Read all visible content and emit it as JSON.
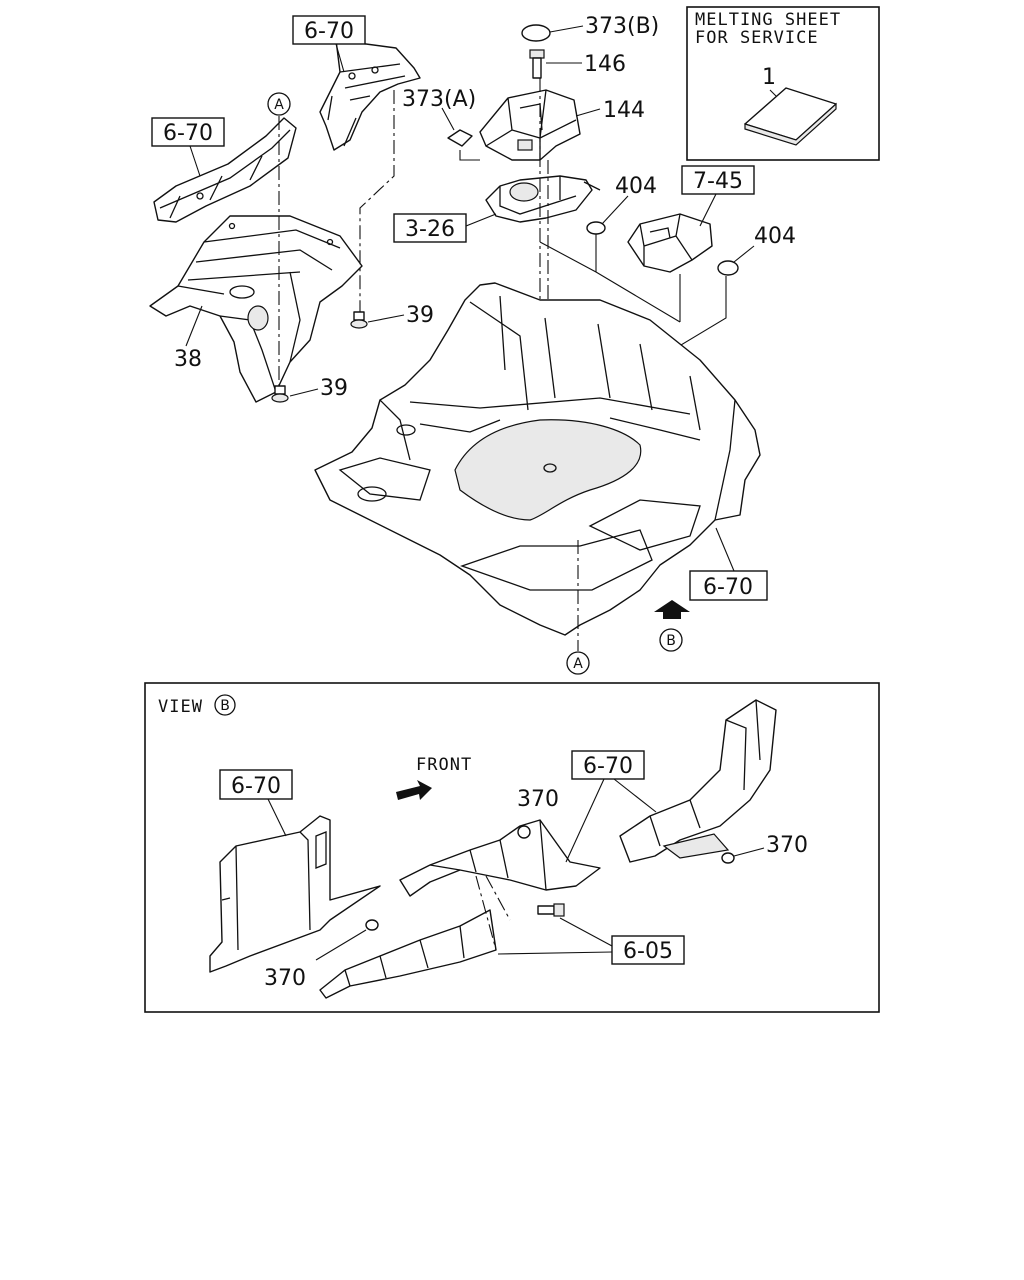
{
  "diagram": {
    "ref_boxes": {
      "top_rail": "6-70",
      "left_rail": "6-70",
      "console": "7-45",
      "shift_bracket": "3-26",
      "floor_rear": "6-70"
    },
    "part_numbers": {
      "cap_b": "373(B)",
      "bolt": "146",
      "housing": "144",
      "cap_a": "373(A)",
      "plug_left": "404",
      "plug_right": "404",
      "clip_upper": "39",
      "clip_lower": "39",
      "heat_shield": "38"
    },
    "markers": {
      "section_a_top": "A",
      "section_a_bottom": "A",
      "view_b_arrow": "B"
    }
  },
  "melting_sheet": {
    "line1": "MELTING SHEET",
    "line2": "FOR SERVICE",
    "part_number": "1"
  },
  "view_b": {
    "title": "VIEW",
    "marker": "B",
    "front_label": "FRONT",
    "ref_boxes": {
      "left_panel": "6-70",
      "rail": "6-70",
      "bolt": "6-05"
    },
    "part_numbers": {
      "plug_center": "370",
      "plug_right": "370",
      "plug_left": "370"
    }
  }
}
